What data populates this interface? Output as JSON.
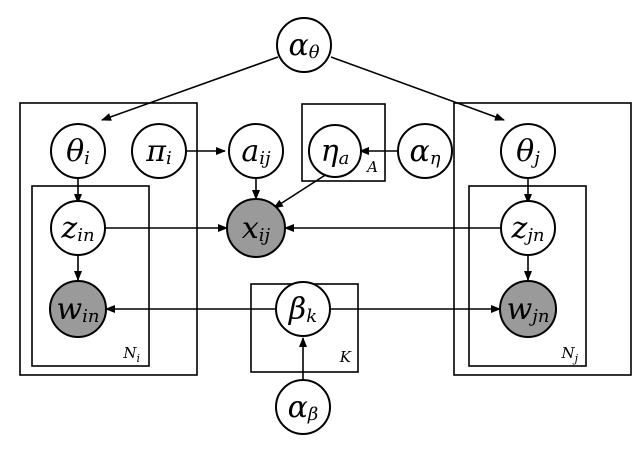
{
  "nodes": {
    "alpha_theta": {
      "sym": "α",
      "sub": "θ"
    },
    "theta_i": {
      "sym": "θ",
      "sub": "i"
    },
    "pi_i": {
      "sym": "π",
      "sub": "i"
    },
    "a_ij": {
      "sym": "a",
      "sub": "ij"
    },
    "eta_a": {
      "sym": "η",
      "sub": "a"
    },
    "alpha_eta": {
      "sym": "α",
      "sub": "η"
    },
    "theta_j": {
      "sym": "θ",
      "sub": "j"
    },
    "z_in": {
      "sym": "z",
      "sub": "in"
    },
    "x_ij": {
      "sym": "x",
      "sub": "ij"
    },
    "z_jn": {
      "sym": "z",
      "sub": "jn"
    },
    "w_in": {
      "sym": "w",
      "sub": "in"
    },
    "beta_k": {
      "sym": "β",
      "sub": "k"
    },
    "w_jn": {
      "sym": "w",
      "sub": "jn"
    },
    "alpha_beta": {
      "sym": "α",
      "sub": "β"
    }
  },
  "plates": {
    "A": {
      "sym": "A",
      "sub": ""
    },
    "K": {
      "sym": "K",
      "sub": ""
    },
    "Ni": {
      "sym": "N",
      "sub": "i"
    },
    "Nj": {
      "sym": "N",
      "sub": "j"
    }
  },
  "observed_fill": "#9a9a9a"
}
